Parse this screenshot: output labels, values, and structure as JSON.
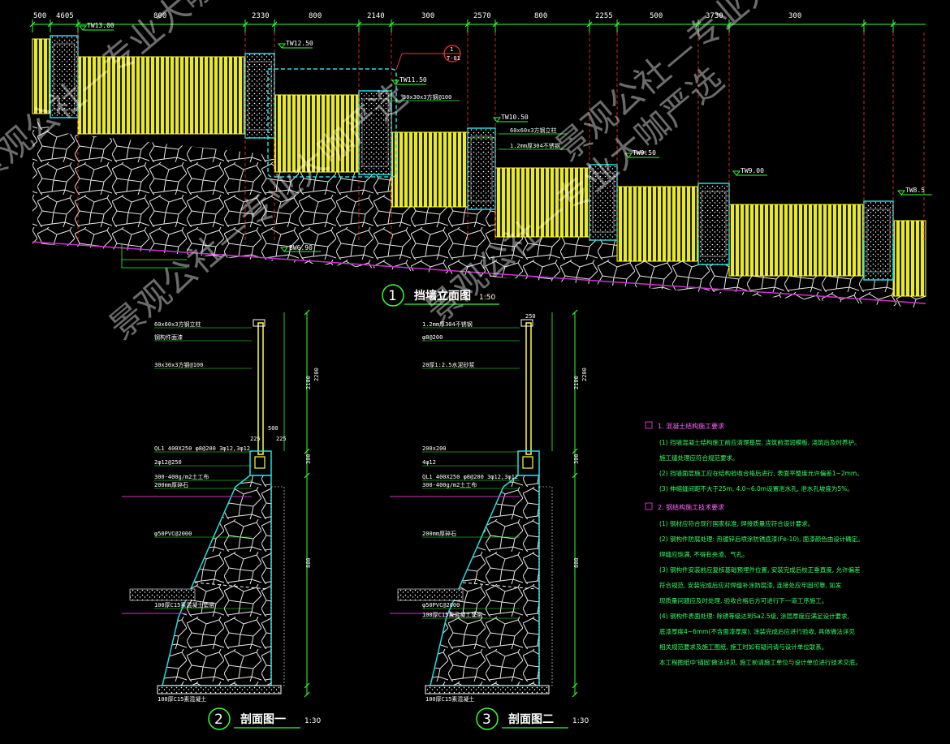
{
  "elevation": {
    "top_dims": [
      "500",
      "4605",
      "800",
      "2330",
      "800",
      "2140",
      "300",
      "2570",
      "800",
      "2255",
      "500",
      "3730",
      "300"
    ],
    "levels": [
      "TW13.00",
      "TW12.50",
      "TW11.50",
      "TW10.50",
      "TW9.50",
      "TW9.00",
      "TW8.5"
    ],
    "ground_level": "BW6.90",
    "callouts": [
      "30x30x3方钢@100",
      "60x60x3方钢立柱",
      "1.2mm厚304不锈钢"
    ],
    "detail_tag": [
      "1",
      "T-01"
    ],
    "title": {
      "num": "1",
      "text": "挡墙立面图",
      "scale": "1:50"
    }
  },
  "section1": {
    "title": {
      "num": "2",
      "text": "剖面图一",
      "scale": "1:30"
    },
    "labels": [
      "60x60x3方钢立柱",
      "钢构件面漆",
      "30x30x3方钢@100",
      "QL1 400X250 φ8@200 3φ12,3φ12",
      "2φ12@250",
      "300-400g/m2土工布",
      "200mm厚碎石",
      "φ50PVC@2000",
      "100厚C15素混凝土垫层"
    ],
    "dims": [
      "500",
      "225",
      "225",
      "2100",
      "2200",
      "300",
      "800"
    ],
    "base_label": "100厚C15素混凝土"
  },
  "section2": {
    "title": {
      "num": "3",
      "text": "剖面图二",
      "scale": "1:30"
    },
    "labels": [
      "1.2mm厚304不锈钢",
      "φ8@200",
      "20厚1:2.5水泥砂浆",
      "200x200",
      "4φ12",
      "QL1 400X250 φ8@200 3φ12,3φ12",
      "300-400g/m2土工布",
      "200mm厚碎石",
      "φ50PVC@2000",
      "100厚C15素混凝土垫层"
    ],
    "dims": [
      "250",
      "2100",
      "2200",
      "300",
      "800"
    ],
    "base_label": "100厚C15素混凝土"
  },
  "notes": {
    "sections": [
      {
        "head": "1. 混凝土结构施工要求",
        "items": [
          "(1) 挡墙混凝土结构施工前应清理基层, 浇筑前湿润模板, 浇筑后及时养护。",
          "    施工缝处理应符合规范要求。",
          "(2) 挡墙面层施工应在结构验收合格后进行, 表面平整度允许偏差1~2mm。",
          "(3) 伸缩缝间距不大于25m, 4.0~6.0m设置泄水孔, 泄水孔坡度为5%。"
        ]
      },
      {
        "head": "2. 钢结构施工技术要求",
        "items": [
          "(1) 钢材应符合现行国家标准, 焊接质量应符合设计要求。",
          "(2) 钢构件防腐处理: 热镀锌后喷涂防锈底漆(Fe-10), 面漆颜色由设计确定。",
          "    焊缝应饱满, 不得有夹渣、气孔。",
          "(3) 钢构件安装前应复核基础预埋件位置, 安装完成后校正垂直度, 允许偏差",
          "    符合规范, 安装完成后应对焊缝补涂防腐漆, 连接处应牢固可靠, 如发",
          "    现质量问题应及时处理, 验收合格后方可进行下一道工序施工。",
          "(4) 钢构件表面处理: 除锈等级达到Sa2.5级, 涂层厚度应满足设计要求,",
          "    底漆厚度4~6mm(不含面漆厚度), 涂装完成后应进行验收, 具体做法详见",
          "    相关规范要求及施工图纸, 施工时如有疑问请与设计单位联系。",
          "本工程图纸中'锚固'做法详见, 施工前请施工单位与设计单位进行技术交底。"
        ]
      }
    ]
  },
  "watermark": [
    "景观公社—专业大咖严选",
    "景观公社—专业大咖严选",
    "景观公社—专业大咖严选",
    "景观公社—专业大咖严选"
  ],
  "colors": {
    "fence": "#ffff33",
    "cyan": "#22dddd",
    "green": "#33ff33",
    "magenta": "#cc33cc",
    "red": "#ff3333",
    "white": "#ffffff"
  }
}
